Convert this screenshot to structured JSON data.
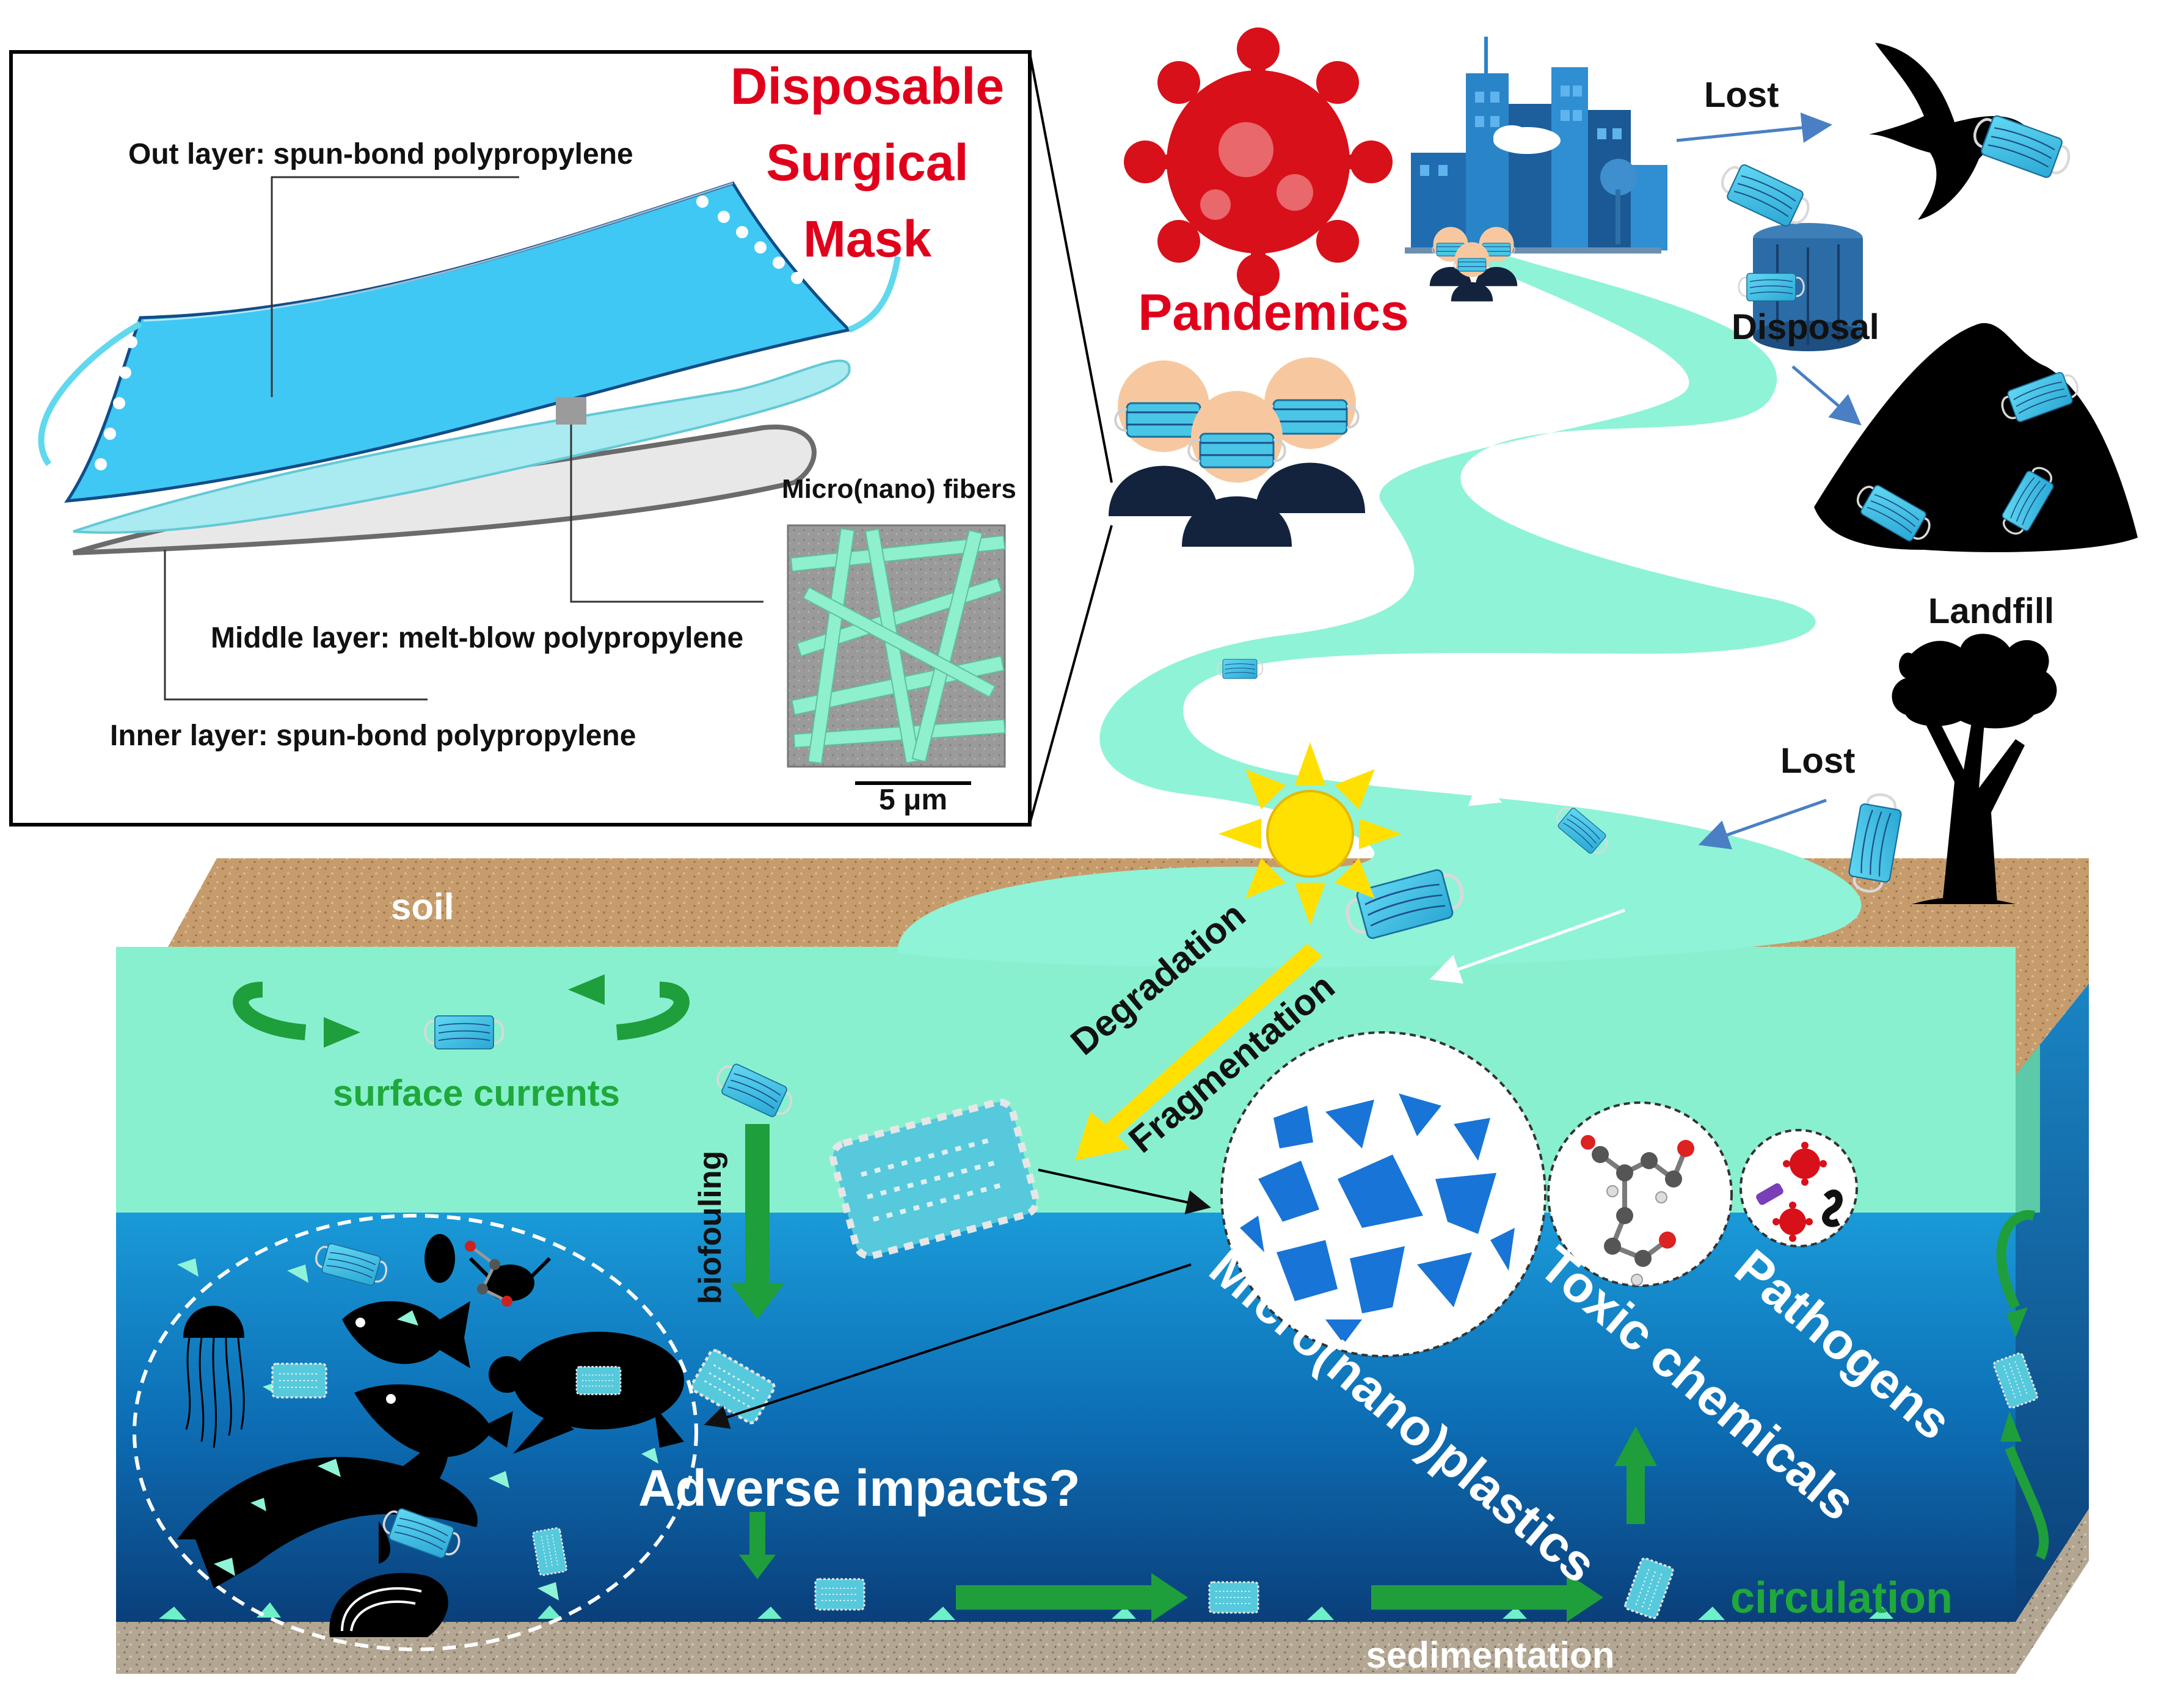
{
  "inset": {
    "title_line1": "Disposable",
    "title_line2": "Surgical",
    "title_line3": "Mask",
    "out_layer": "Out layer: spun-bond polypropylene",
    "middle_layer": "Middle layer: melt-blow polypropylene",
    "inner_layer": "Inner layer: spun-bond polypropylene",
    "fibers_label": "Micro(nano) fibers",
    "scale_bar": "5 μm"
  },
  "land": {
    "pandemics": "Pandemics",
    "lost_top": "Lost",
    "disposal": "Disposal",
    "landfill": "Landfill",
    "lost_right": "Lost",
    "soil": "soil"
  },
  "ocean": {
    "surface_currents": "surface currents",
    "biofouling": "biofouling",
    "degradation": "Degradation",
    "fragmentation": "Fragmentation",
    "adverse_impacts": "Adverse impacts?",
    "microplastics": "Micro(nano)plastics",
    "toxic_chemicals": "Toxic chemicals",
    "pathogens": "Pathogens",
    "circulation": "circulation",
    "sedimentation": "sedimentation"
  },
  "colors": {
    "virus_red": "#d8101a",
    "mask_blue": "#45c8e6",
    "river": "#8ff3d7",
    "surface_water": "#88f0cf",
    "deep_water": "#0d6fb6",
    "soil": "#c49a6a",
    "arrow_green": "#1f9e3c",
    "sun_yellow": "#ffe000",
    "title_red": "#e0001b"
  },
  "icons": [
    "virus-icon",
    "city-icon",
    "person-icon",
    "bird-icon",
    "trash-bin-icon",
    "landfill-icon",
    "tree-icon",
    "sun-icon",
    "mask-icon",
    "jellyfish-icon",
    "fish-icon",
    "turtle-icon",
    "dolphin-icon",
    "mussel-icon",
    "molecule-icon",
    "bacteria-icon"
  ]
}
